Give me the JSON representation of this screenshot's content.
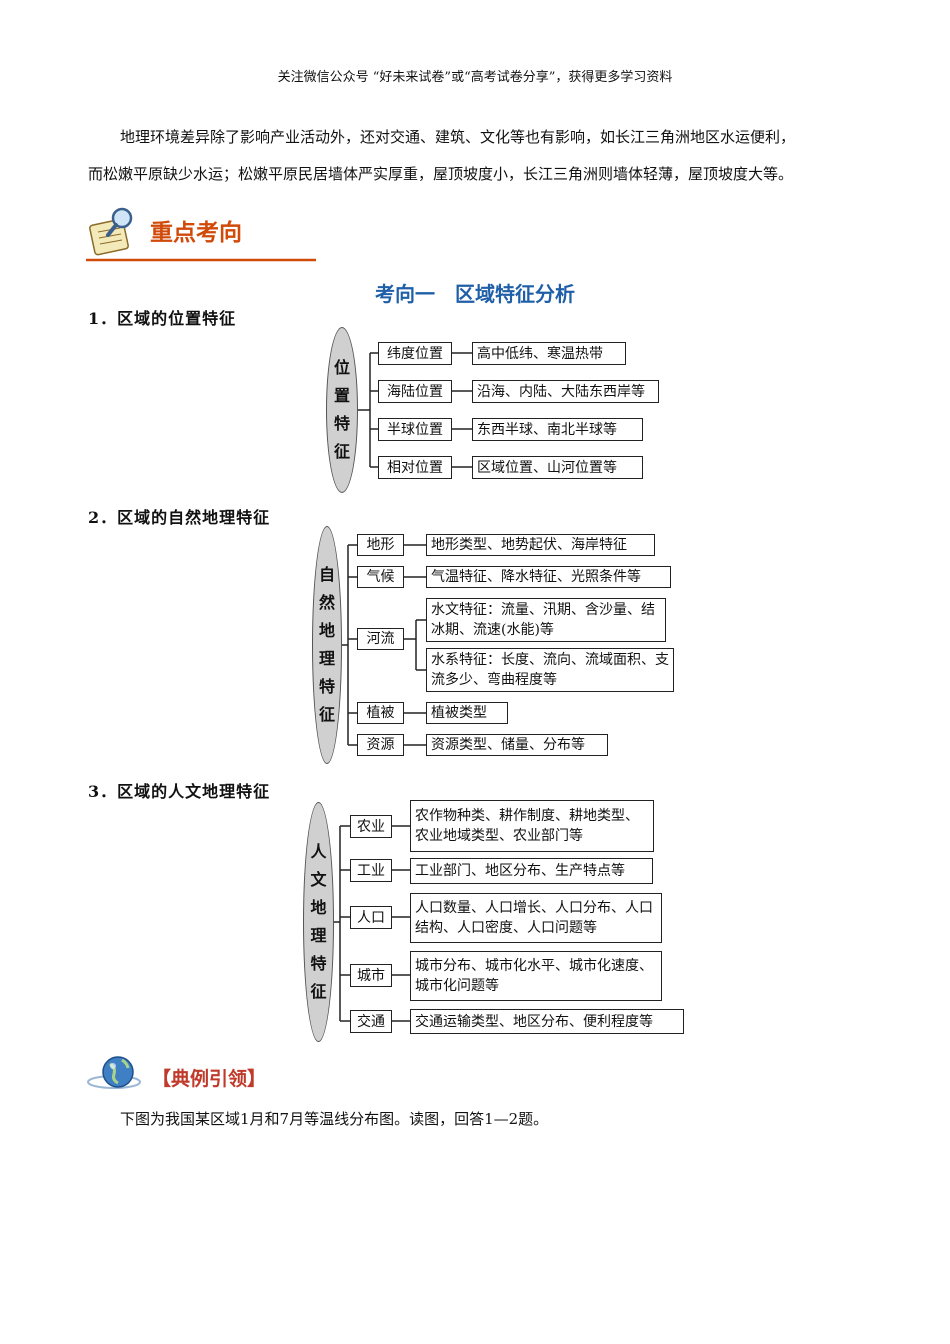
{
  "header": "关注微信公众号 “好未来试卷”或“高考试卷分享”，获得更多学习资料",
  "intro": {
    "line1": "地理环境差异除了影响产业活动外，还对交通、建筑、文化等也有影响，如长江三角洲地区水运便利，",
    "line2": "而松嫩平原缺少水运；松嫩平原民居墙体严实厚重，屋顶坡度小，长江三角洲则墙体轻薄，屋顶坡度大等。"
  },
  "banner": {
    "text": "重点考向"
  },
  "section_title": {
    "part1": "考向一",
    "part2": "区域特征分析"
  },
  "diagram1": {
    "heading": "1．区域的位置特征",
    "root": [
      "位",
      "置",
      "特",
      "征"
    ],
    "items": [
      {
        "label": "纬度位置",
        "detail": "高中低纬、寒温热带"
      },
      {
        "label": "海陆位置",
        "detail": "沿海、内陆、大陆东西岸等"
      },
      {
        "label": "半球位置",
        "detail": "东西半球、南北半球等"
      },
      {
        "label": "相对位置",
        "detail": "区域位置、山河位置等"
      }
    ]
  },
  "diagram2": {
    "heading": "2．区域的自然地理特征",
    "root": [
      "自",
      "然",
      "地",
      "理",
      "特",
      "征"
    ],
    "items": [
      {
        "label": "地形",
        "detail": "地形类型、地势起伏、海岸特征"
      },
      {
        "label": "气候",
        "detail": "气温特征、降水特征、光照条件等"
      },
      {
        "label": "河流",
        "details": [
          "水文特征：流量、汛期、含沙量、结冰期、流速(水能)等",
          "水系特征：长度、流向、流域面积、支流多少、弯曲程度等"
        ]
      },
      {
        "label": "植被",
        "detail": "植被类型"
      },
      {
        "label": "资源",
        "detail": "资源类型、储量、分布等"
      }
    ]
  },
  "diagram3": {
    "heading": "3．区域的人文地理特征",
    "root": [
      "人",
      "文",
      "地",
      "理",
      "特",
      "征"
    ],
    "items": [
      {
        "label": "农业",
        "detail": "农作物种类、耕作制度、耕地类型、农业地域类型、农业部门等"
      },
      {
        "label": "工业",
        "detail": "工业部门、地区分布、生产特点等"
      },
      {
        "label": "人口",
        "detail": "人口数量、人口增长、人口分布、人口结构、人口密度、人口问题等"
      },
      {
        "label": "城市",
        "detail": "城市分布、城市化水平、城市化速度、城市化问题等"
      },
      {
        "label": "交通",
        "detail": "交通运输类型、地区分布、便利程度等"
      }
    ]
  },
  "example": {
    "label": "【典例引领】",
    "text": "下图为我国某区域1月和7月等温线分布图。读图，回答1—2题。"
  },
  "colors": {
    "title_blue": "#1f5fa8",
    "banner_orange": "#d04a0a",
    "example_red": "#c03a2b",
    "oval_grey": "#d0d0d0"
  }
}
